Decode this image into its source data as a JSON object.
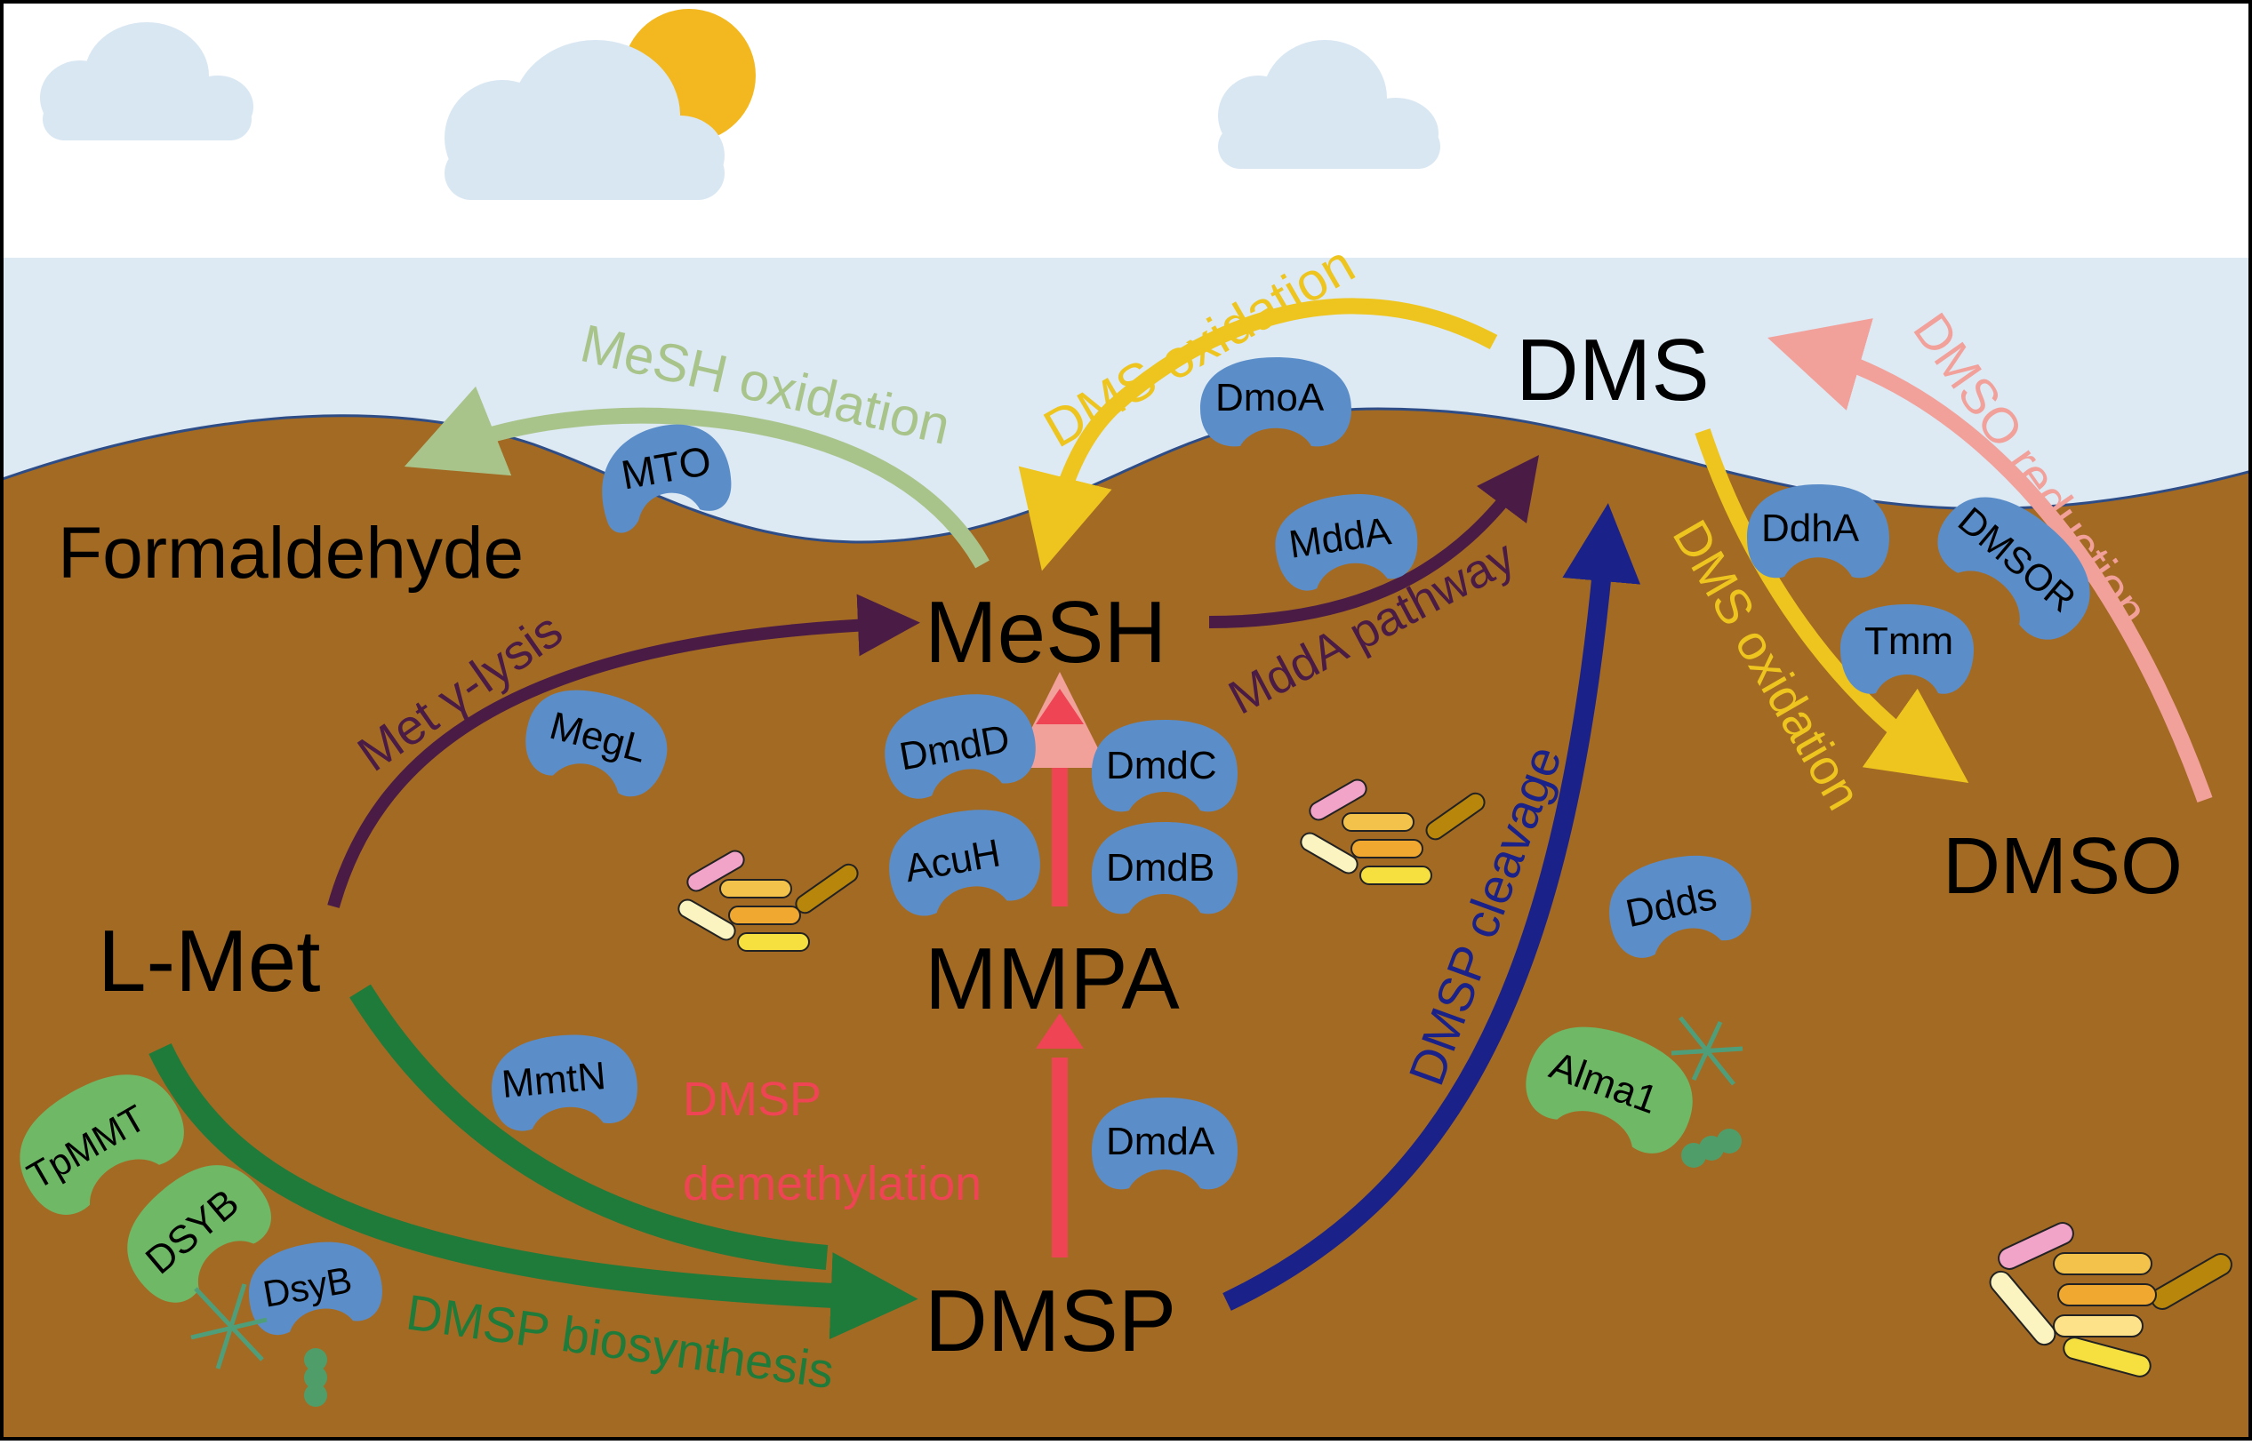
{
  "molecules": {
    "formaldehyde": "Formaldehyde",
    "mesh": "MeSH",
    "dms": "DMS",
    "lmet": "L-Met",
    "mmpa": "MMPA",
    "dmsp": "DMSP",
    "dmso": "DMSO"
  },
  "processes": {
    "mesh_oxidation": "MeSH oxidation",
    "dms_oxidation_top": "DMS oxidation",
    "dms_oxidation_right": "DMS oxidation",
    "dmso_reduction": "DMSO reduction",
    "met_lysis": "Met γ-lysis",
    "mdda_pathway": "MddA pathway",
    "dmsp_demethylation_1": "DMSP",
    "dmsp_demethylation_2": "demethylation",
    "dmsp_cleavage": "DMSP cleavage",
    "dmsp_biosynthesis": "DMSP biosynthesis"
  },
  "enzymes": {
    "mto": "MTO",
    "dmoa": "DmoA",
    "mdda": "MddA",
    "ddha": "DdhA",
    "dmsor": "DMSOR",
    "tmm": "Tmm",
    "megl": "MegL",
    "dmdd": "DmdD",
    "dmdc": "DmdC",
    "acuh": "AcuH",
    "dmdb": "DmdB",
    "dmda": "DmdA",
    "mmtn": "MmtN",
    "ddds": "Ddds",
    "alma1": "Alma1",
    "tpmmt": "TpMMT",
    "dsyb_upper": "DSYB",
    "dsyb": "DsyB"
  },
  "colors": {
    "sky": "#ffffff",
    "water": "#dde9f3",
    "sediment": "#a36a24",
    "cloud": "#d9e7f3",
    "sun": "#f3b81f",
    "enzyme_blue": "#5b8ec9",
    "enzyme_green": "#6fb866",
    "mesh_oxidation": "#a9c48a",
    "dms_oxidation": "#eec51e",
    "dmso_reduction": "#f2a09a",
    "mdda_pathway": "#4a1b45",
    "demethylation": "#ee4454",
    "cleavage": "#1a2188",
    "biosynthesis": "#1e7b3a"
  }
}
